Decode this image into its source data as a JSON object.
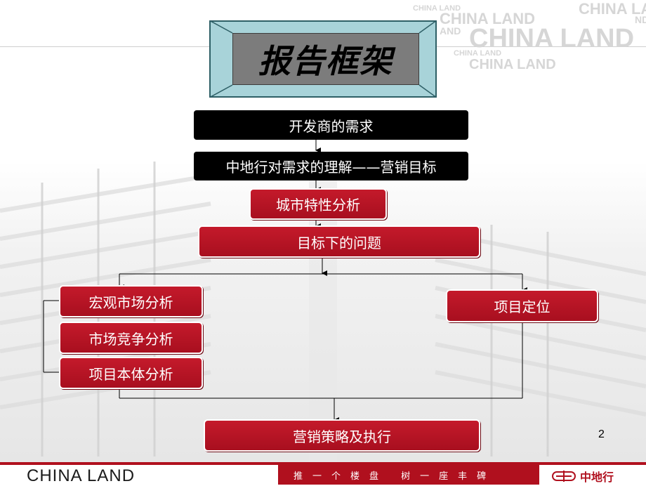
{
  "title": "报告框架",
  "watermarks": [
    "CHINA LAND",
    "CHINA LAND",
    "CHINA LAND",
    "CHINA LAND",
    "CHINA LAND",
    "CHINA LAND",
    "AND",
    "ND"
  ],
  "flow": {
    "step1": "开发商的需求",
    "step2": "中地行对需求的理解——营销目标",
    "step3": "城市特性分析",
    "step4": "目标下的问题",
    "left_branch": [
      "宏观市场分析",
      "市场竞争分析",
      "项目本体分析"
    ],
    "right_branch": "项目定位",
    "final": "营销策略及执行"
  },
  "page_number": "2",
  "footer": {
    "logo": "CHINA LAND",
    "slogan": "推一个楼盘 树一座丰碑",
    "brand": "中地行"
  },
  "colors": {
    "accent_red": "#b0101e",
    "box_black": "#000000",
    "title_frame": "#a8d3d9"
  }
}
